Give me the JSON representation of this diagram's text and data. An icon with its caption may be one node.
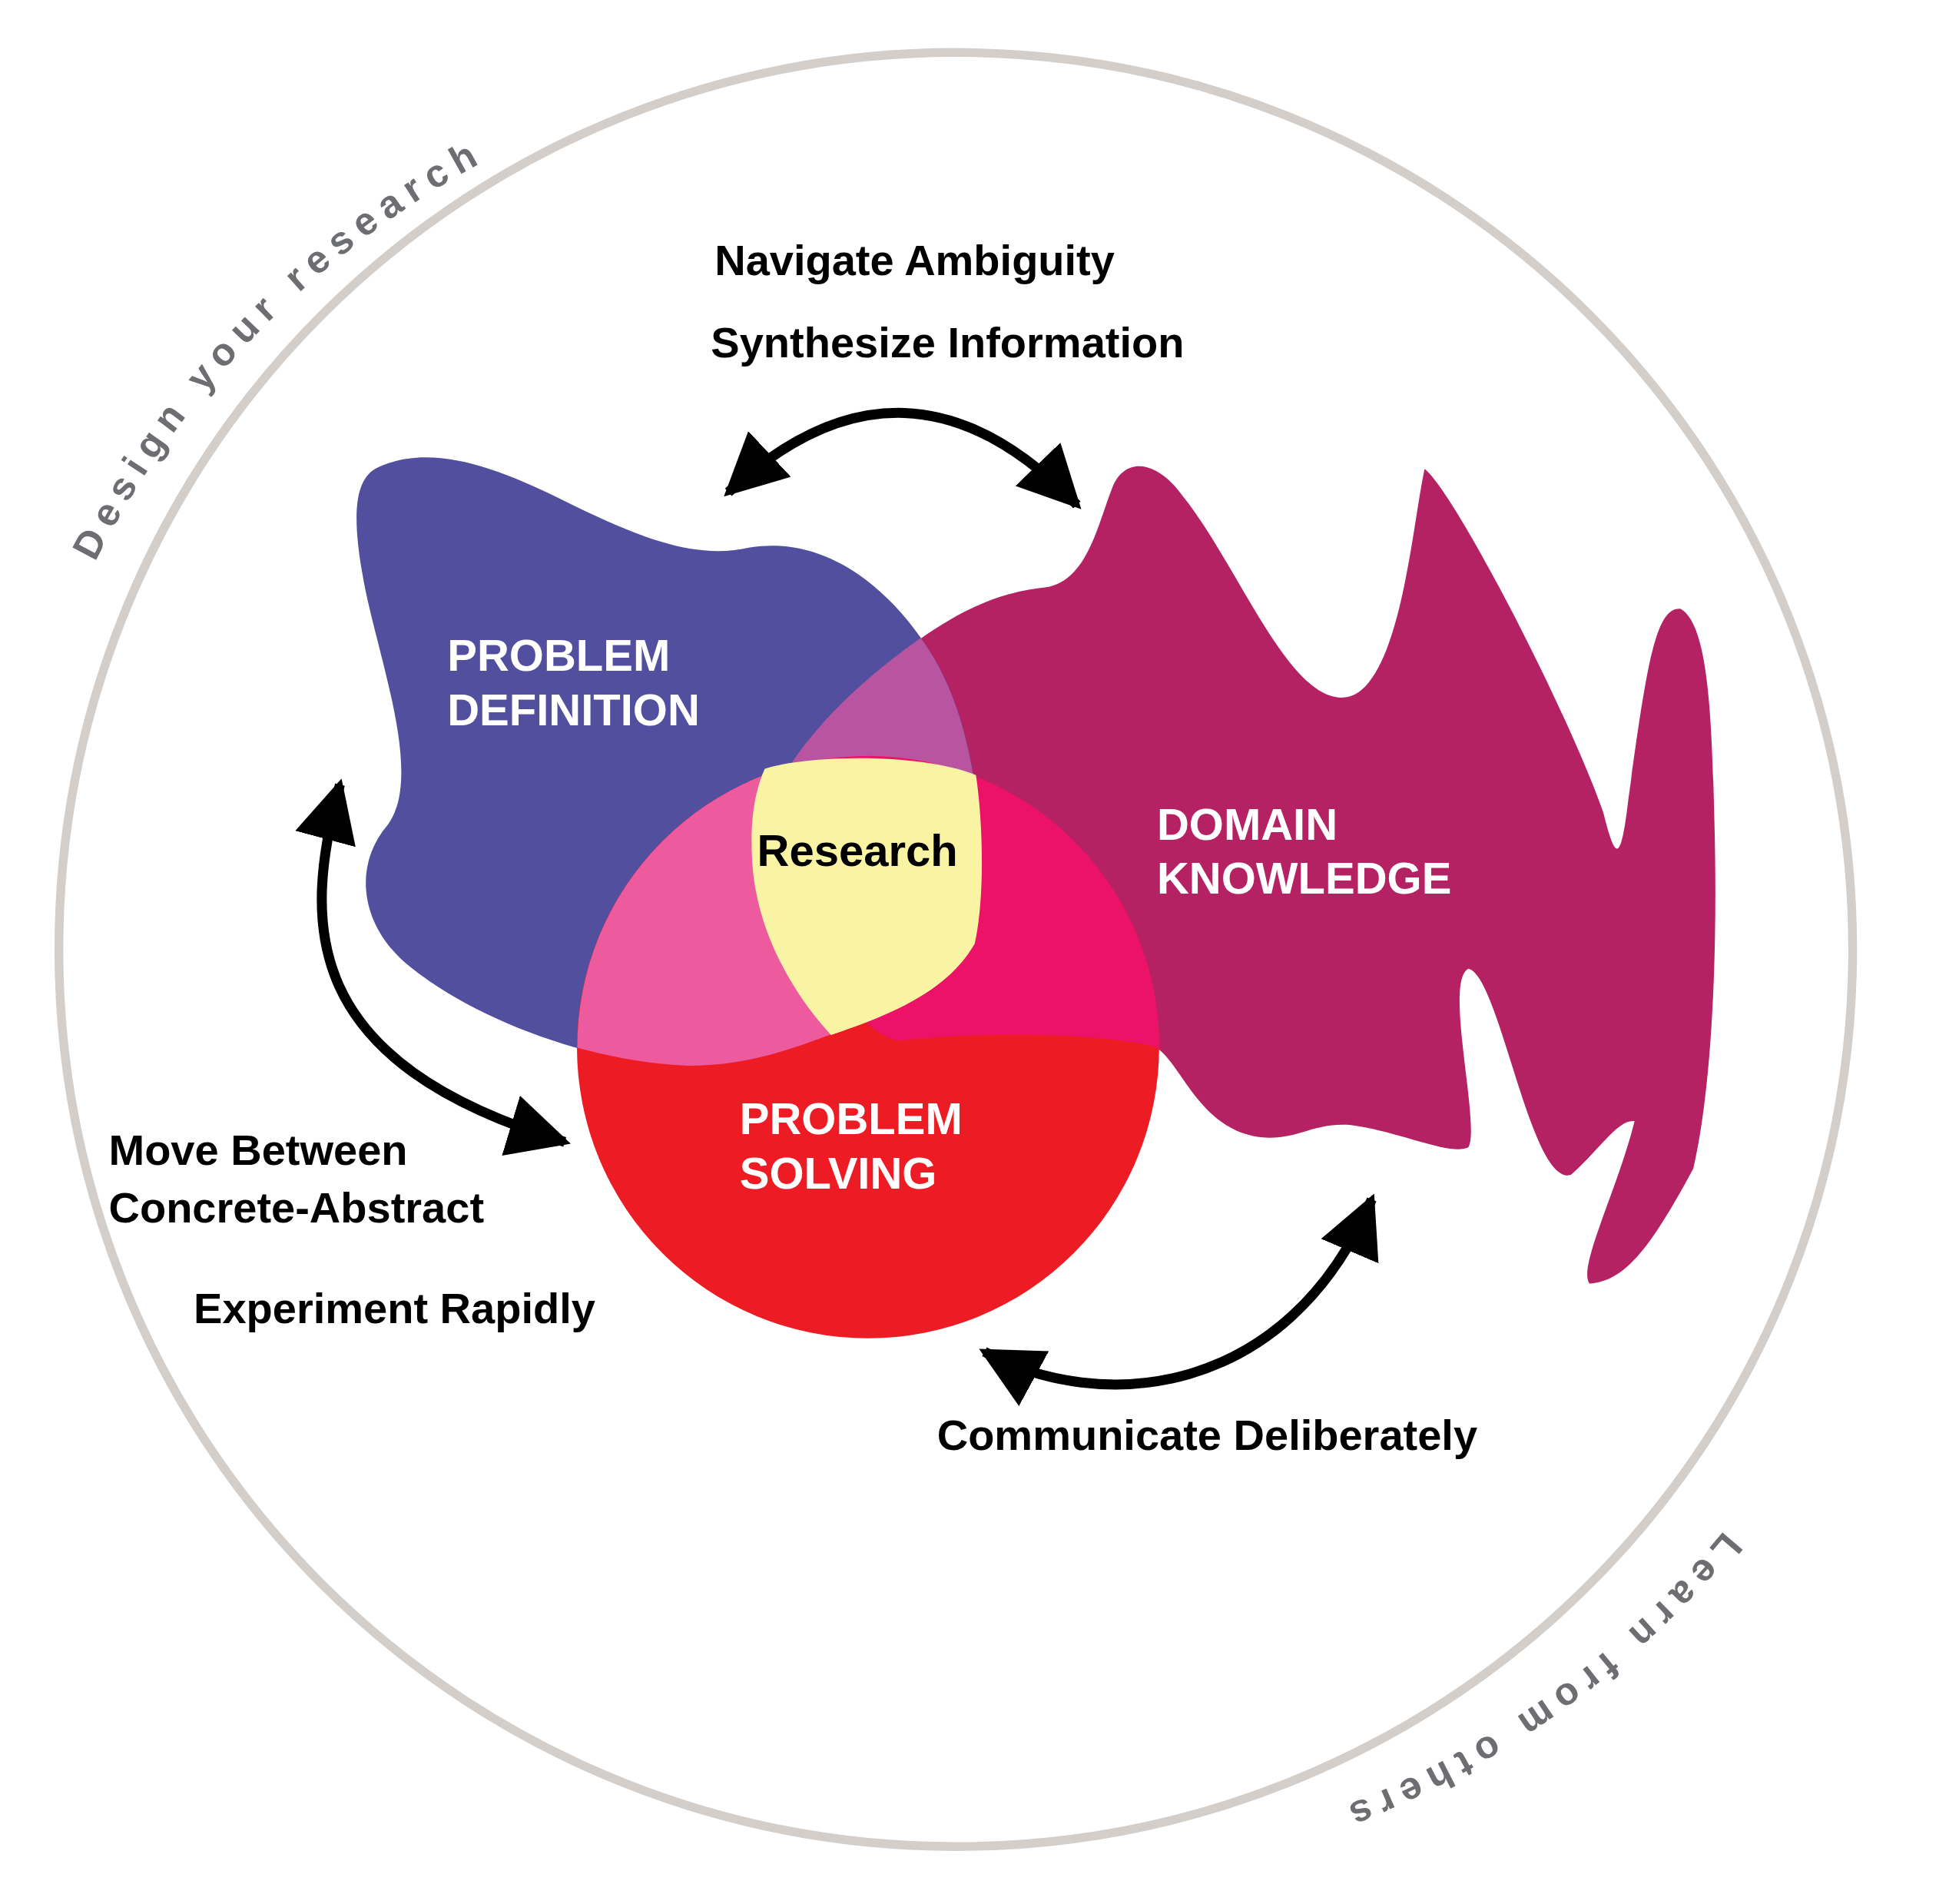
{
  "diagram": {
    "nodes": [
      {
        "text": [
          "PROBLEM DEFINITION"
        ]
      },
      {
        "text": [
          "DOMAIN KNOWLEDGE"
        ]
      },
      {
        "text": [
          "PROBLEM SOLVING"
        ]
      },
      {
        "text": [
          "Research"
        ]
      }
    ],
    "edges": [
      {
        "from": 0,
        "to": 1,
        "arrow": "both"
      },
      {
        "from": 0,
        "to": 2,
        "arrow": "both"
      },
      {
        "from": 2,
        "to": 1,
        "arrow": "both"
      }
    ],
    "labels": [
      "Design your research",
      "Navigate Ambiguity",
      "Synthesize Information",
      "Move Between Concrete-Abstract",
      "Experiment Rapidly",
      "Communicate Deliberately",
      "Learn from others"
    ]
  }
}
